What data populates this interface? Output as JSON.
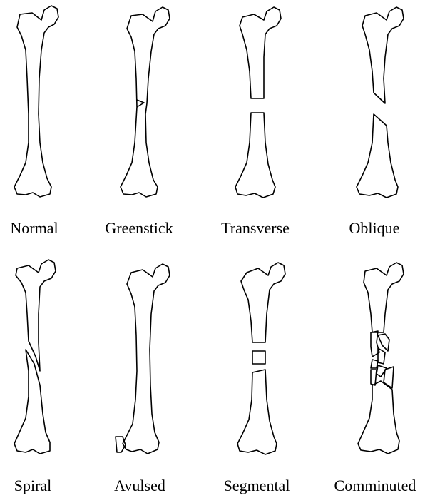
{
  "fracture_types": [
    {
      "id": "normal",
      "label": "Normal"
    },
    {
      "id": "greenstick",
      "label": "Greenstick"
    },
    {
      "id": "transverse",
      "label": "Transverse"
    },
    {
      "id": "oblique",
      "label": "Oblique"
    },
    {
      "id": "spiral",
      "label": "Spiral"
    },
    {
      "id": "avulsed",
      "label": "Avulsed"
    },
    {
      "id": "segmental",
      "label": "Segmental"
    },
    {
      "id": "comminuted",
      "label": "Comminuted"
    }
  ]
}
